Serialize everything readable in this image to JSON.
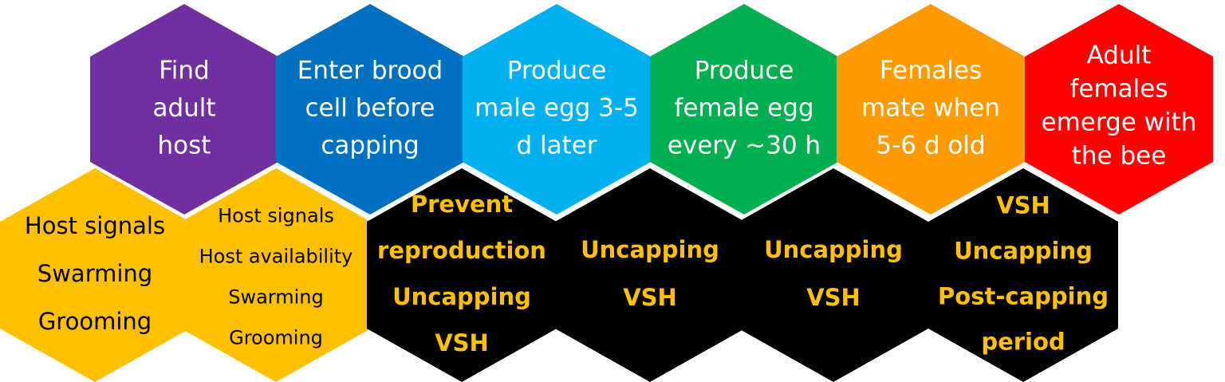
{
  "colors": {
    "purple": "#7030a0",
    "dark_blue": "#0070c0",
    "light_blue": "#00b0f0",
    "green": "#00b050",
    "orange": "#ff9a00",
    "red": "#ff0000",
    "yellow": "#ffc000",
    "black": "#000000",
    "white_text": "#ffffff",
    "dark_text": "#000000",
    "gold_text": "#ffc000"
  },
  "top_row": [
    {
      "lines": [
        "Find",
        "adult",
        "host"
      ],
      "color": "purple",
      "text_color": "white_text"
    },
    {
      "lines": [
        "Enter brood",
        "cell before",
        "capping"
      ],
      "color": "dark_blue",
      "text_color": "white_text"
    },
    {
      "lines": [
        "Produce",
        "male egg 3-5",
        "d later"
      ],
      "color": "light_blue",
      "text_color": "white_text"
    },
    {
      "lines": [
        "Produce",
        "female egg",
        "every ~30 h"
      ],
      "color": "green",
      "text_color": "white_text"
    },
    {
      "lines": [
        "Females",
        "mate when",
        "5-6 d old"
      ],
      "color": "orange",
      "text_color": "white_text"
    },
    {
      "lines": [
        "Adult",
        "females",
        "emerge with",
        "the bee"
      ],
      "color": "red",
      "text_color": "white_text"
    }
  ],
  "bottom_row": [
    {
      "lines": [
        "Host signals",
        "Swarming",
        "Grooming"
      ],
      "color": "yellow",
      "text_color": "dark_text"
    },
    {
      "lines": [
        "Host signals",
        "Host availability",
        "Swarming",
        "Grooming"
      ],
      "color": "yellow",
      "text_color": "dark_text"
    },
    {
      "lines": [
        "Prevent",
        "reproduction",
        "Uncapping",
        "VSH"
      ],
      "color": "black",
      "text_color": "gold_text"
    },
    {
      "lines": [
        "Uncapping",
        "VSH"
      ],
      "color": "black",
      "text_color": "gold_text"
    },
    {
      "lines": [
        "Uncapping",
        "VSH"
      ],
      "color": "black",
      "text_color": "gold_text"
    },
    {
      "lines": [
        "VSH",
        "Uncapping",
        "Post-capping",
        "period"
      ],
      "color": "black",
      "text_color": "gold_text"
    }
  ]
}
